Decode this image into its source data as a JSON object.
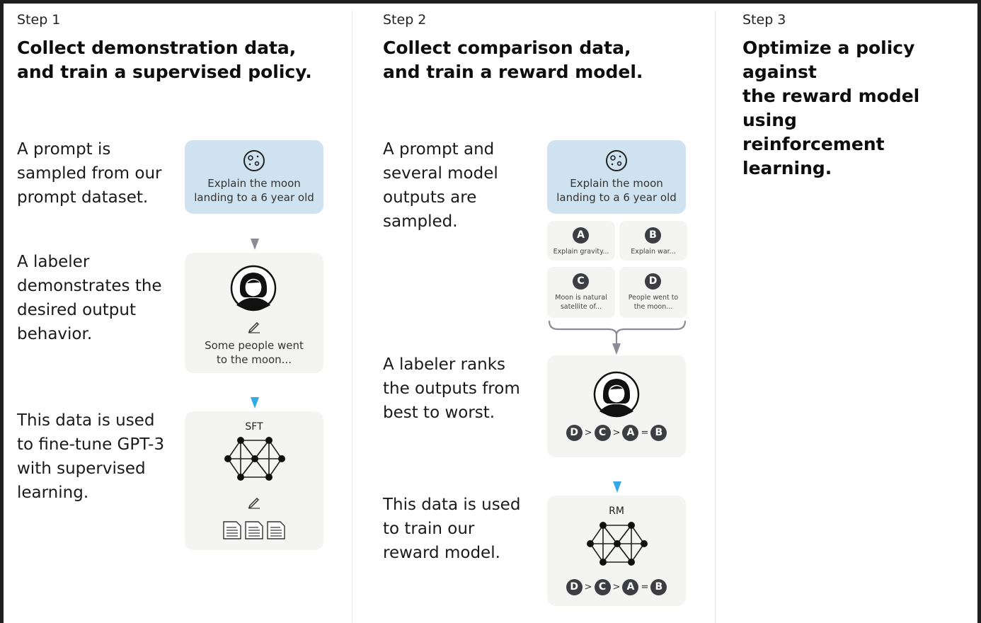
{
  "steps": [
    {
      "label": "Step 1",
      "title_lines": [
        "Collect demonstration data,",
        "and train a supervised policy."
      ],
      "descriptions": [
        [
          "A prompt is",
          "sampled from our",
          "prompt dataset."
        ],
        [
          "A labeler",
          "demonstrates the",
          "desired output",
          "behavior."
        ],
        [
          "This data is used",
          "to fine-tune GPT-3",
          "with supervised",
          "learning."
        ]
      ],
      "prompt_card": [
        "Explain the moon",
        "landing to a 6 year old"
      ],
      "demo_card": [
        "Some people went",
        "to the moon..."
      ],
      "model_label": "SFT"
    },
    {
      "label": "Step 2",
      "title_lines": [
        "Collect comparison data,",
        "and train a reward model."
      ],
      "descriptions": [
        [
          "A prompt and",
          "several model",
          "outputs are",
          "sampled."
        ],
        [
          "A labeler ranks",
          "the outputs from",
          "best to worst."
        ],
        [
          "This data is used",
          "to train our",
          "reward model."
        ]
      ],
      "prompt_card": [
        "Explain the moon",
        "landing to a 6 year old"
      ],
      "outputs": [
        {
          "letter": "A",
          "lines": [
            "Explain gravity..."
          ]
        },
        {
          "letter": "B",
          "lines": [
            "Explain war..."
          ]
        },
        {
          "letter": "C",
          "lines": [
            "Moon is natural",
            "satellite of..."
          ]
        },
        {
          "letter": "D",
          "lines": [
            "People went to",
            "the moon..."
          ]
        }
      ],
      "ranking": [
        "D",
        ">",
        "C",
        ">",
        "A",
        "=",
        "B"
      ],
      "model_label": "RM"
    },
    {
      "label": "Step 3",
      "title_lines": [
        "Optimize a policy against",
        "the reward model using",
        "reinforcement learning."
      ]
    }
  ],
  "colors": {
    "prompt_card_bg": "#cfe2ef",
    "card_bg": "#f4f4f3",
    "arrow_gray": "#8b8b96",
    "arrow_blue": "#35a8e6",
    "badge": "#3d3d44"
  },
  "icons": [
    "moon-icon",
    "labeler-avatar-icon",
    "pencil-icon",
    "neural-network-icon",
    "document-icon",
    "down-arrow-icon",
    "bracket-merge-icon"
  ]
}
